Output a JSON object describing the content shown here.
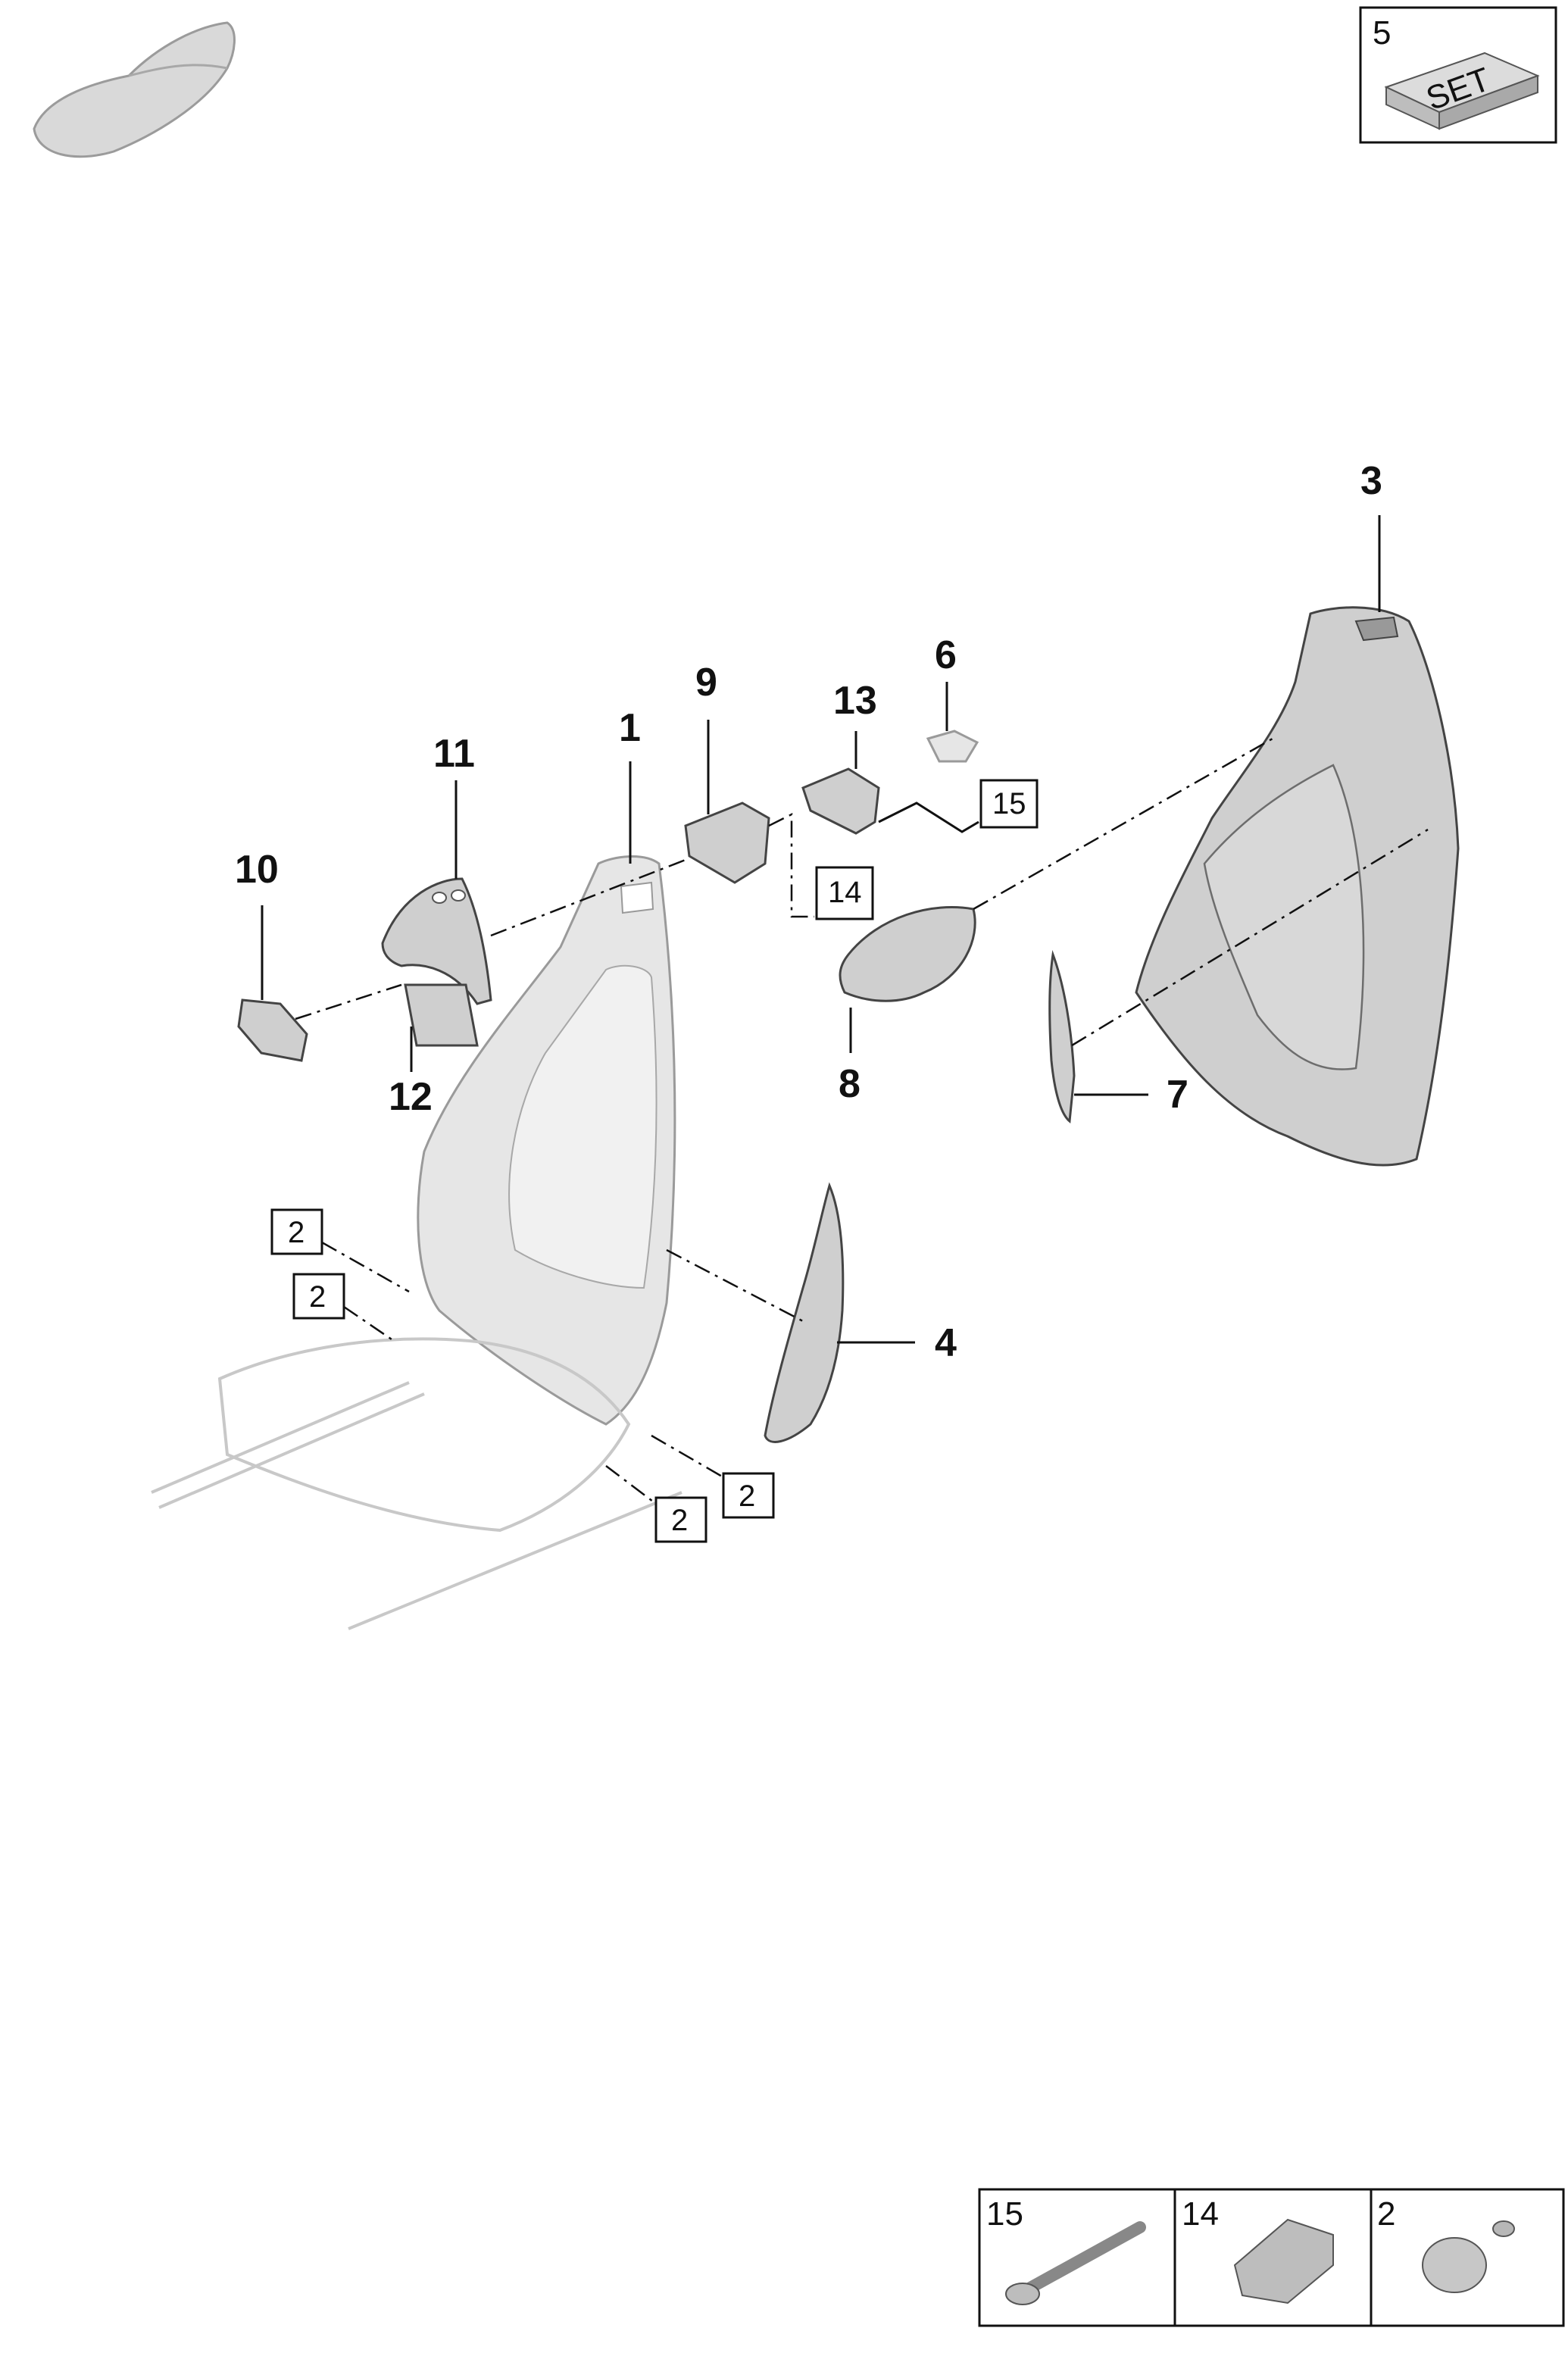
{
  "callouts": {
    "p1": "1",
    "p3": "3",
    "p4": "4",
    "p6": "6",
    "p7": "7",
    "p8": "8",
    "p9": "9",
    "p10": "10",
    "p11": "11",
    "p12": "12",
    "p13": "13"
  },
  "boxed_refs": {
    "r14": "14",
    "r15": "15",
    "r2a": "2",
    "r2b": "2",
    "r2c": "2",
    "r2d": "2"
  },
  "set_box": {
    "number": "5",
    "label": "SET"
  },
  "legend": [
    {
      "number": "15"
    },
    {
      "number": "14"
    },
    {
      "number": "2"
    }
  ]
}
